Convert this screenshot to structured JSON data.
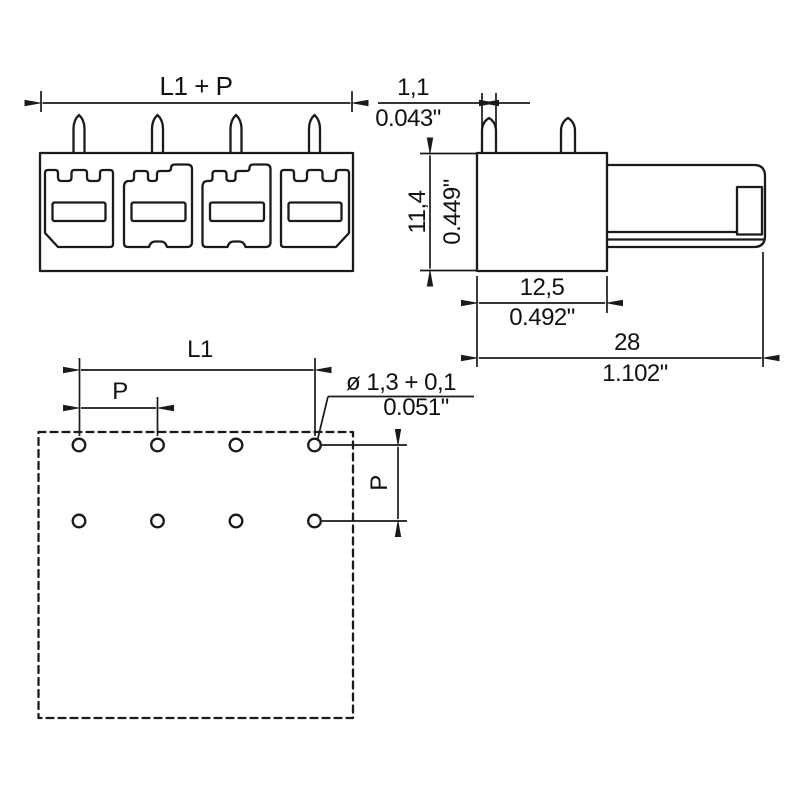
{
  "colors": {
    "background": "#ffffff",
    "line": "#1a1a1a"
  },
  "views": {
    "front": {
      "width_label": "L1 + P"
    },
    "side": {
      "pin_width_mm": "1,1",
      "pin_width_inch": "0.043\"",
      "height_mm": "11,4",
      "height_inch": "0.449\"",
      "body_depth_mm": "12,5",
      "body_depth_inch": "0.492\"",
      "total_depth_mm": "28",
      "total_depth_inch": "1.102\""
    },
    "footprint": {
      "length_label": "L1",
      "pitch_label": "P",
      "hole_diameter_mm": "ø 1,3 + 0,1",
      "hole_diameter_inch": "0.051\"",
      "row_pitch_label": "P"
    }
  }
}
